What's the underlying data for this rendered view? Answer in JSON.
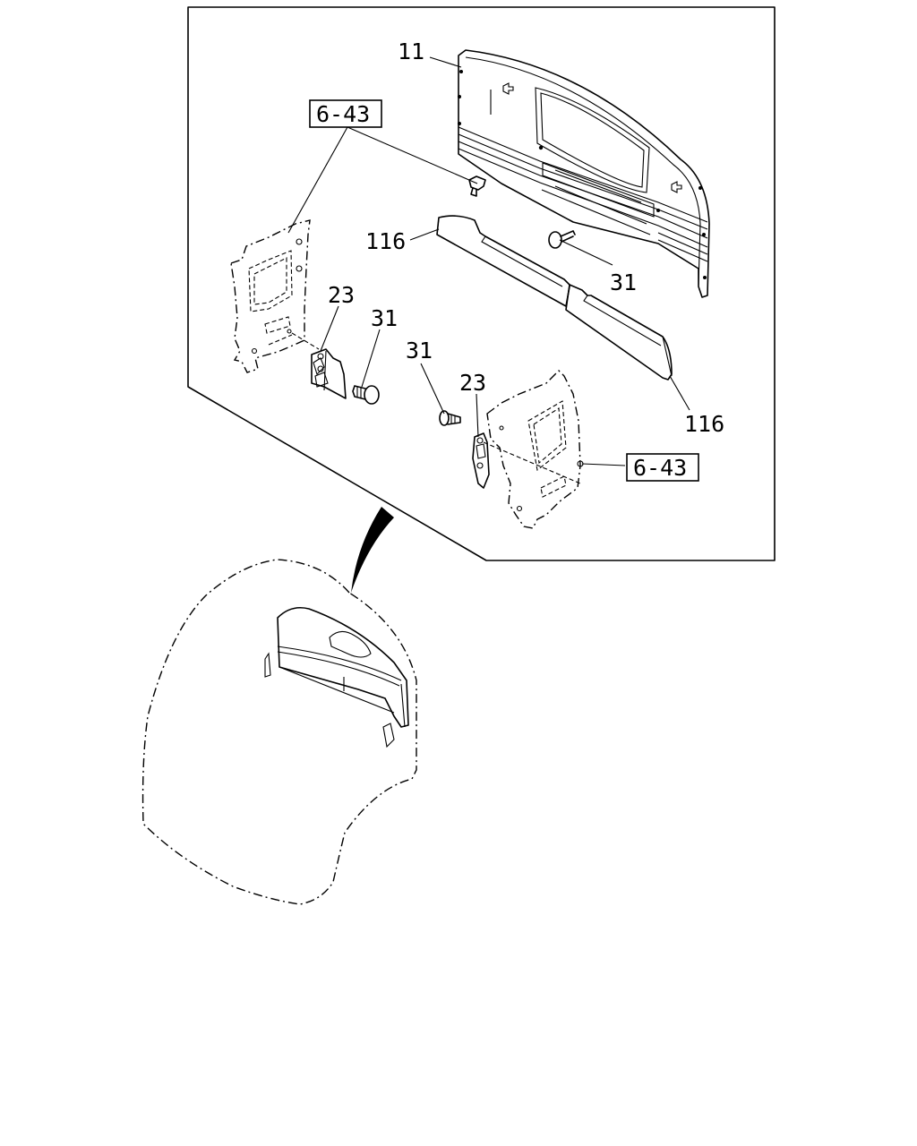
{
  "labels": {
    "part_11": "11",
    "ref_top": "6-43",
    "part_116_left": "116",
    "part_31_right": "31",
    "part_23_left": "23",
    "part_31_left_top": "31",
    "part_31_center": "31",
    "part_23_center": "23",
    "part_116_right": "116",
    "ref_bottom": "6-43"
  }
}
